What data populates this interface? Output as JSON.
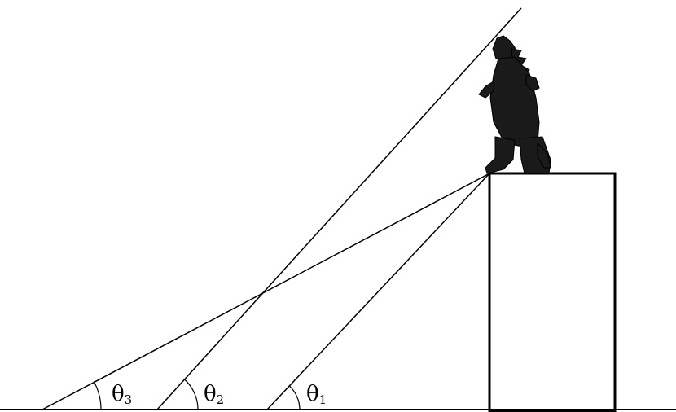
{
  "diagram": {
    "angles": [
      {
        "symbol": "θ",
        "subscript": "1"
      },
      {
        "symbol": "θ",
        "subscript": "2"
      },
      {
        "symbol": "θ",
        "subscript": "3"
      }
    ],
    "figure": "godzilla-silhouette",
    "colors": {
      "stroke": "#000000",
      "background": "#ffffff",
      "figure": "#1a1a1a"
    }
  }
}
